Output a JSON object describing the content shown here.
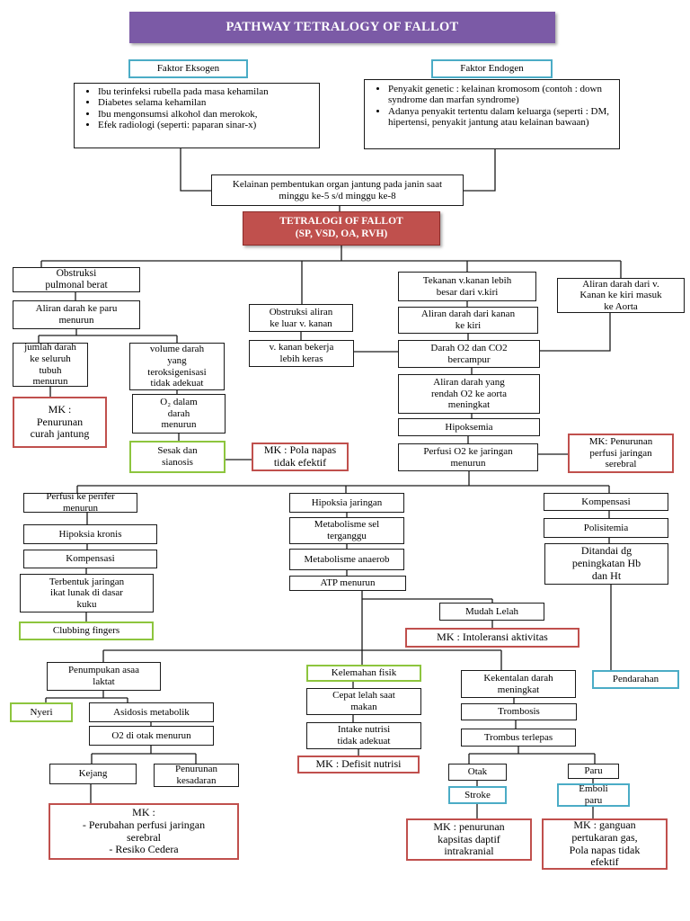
{
  "title": "PATHWAY TETRALOGY OF FALLOT",
  "colors": {
    "title_bg": "#7b5aa6",
    "tof_bg": "#c0504d",
    "blue_border": "#4bacc6",
    "green_border": "#8dc53e",
    "red_border": "#c0504d"
  },
  "faktor_eksogen": {
    "label": "Faktor Eksogen",
    "items": [
      "Ibu terinfeksi rubella pada masa kehamilan",
      "Diabetes selama kehamilan",
      "Ibu mengonsumsi alkohol dan merokok,",
      "Efek radiologi (seperti: paparan sinar-x)"
    ]
  },
  "faktor_endogen": {
    "label": "Faktor Endogen",
    "items": [
      "Penyakit genetic : kelainan kromosom (contoh : down syndrome dan marfan syndrome)",
      "Adanya penyakit tertentu dalam keluarga (seperti : DM, hipertensi, penyakit jantung atau kelainan bawaan)"
    ]
  },
  "kelainan": "Kelainan pembentukan organ jantung pada janin saat minggu ke-5 s/d minggu ke-8",
  "tof": "TETRALOGI OF FALLOT\n(SP, VSD, OA, RVH)",
  "nodes": {
    "obstruksi_pulmonal": "Obstruksi\npulmonal berat",
    "aliran_paru": "Aliran darah ke paru\nmenurun",
    "jumlah_darah": "jumlah darah\nke seluruh\ntubuh\nmenurun",
    "volume_darah": "volume darah\nyang\nteroksigenisasi\ntidak adekuat",
    "o2_dalam": "O₂ dalam\ndarah\nmenurun",
    "mk_curah": "MK :\nPenurunan\ncurah jantung",
    "sesak": "Sesak dan\nsianosis",
    "mk_pola": "MK : Pola napas\ntidak efektif",
    "obstruksi_aliran": "Obstruksi aliran\nke luar v. kanan",
    "vkanan_bekerja": "v. kanan bekerja\nlebih keras",
    "tekanan": "Tekanan v.kanan lebih\nbesar dari v.kiri",
    "aliran_kanan_kiri": "Aliran darah dari kanan\nke kiri",
    "aliran_v_kanan": "Aliran darah dari v.\nKanan ke kiri masuk\nke Aorta",
    "darah_campur": "Darah O2 dan CO2\nbercampur",
    "aliran_rendah": "Aliran darah yang\nrendah O2 ke aorta\nmeningkat",
    "hipoksemia": "Hipoksemia",
    "perfusi_o2": "Perfusi O2 ke jaringan\nmenurun",
    "mk_perfusi_serebral": "MK: Penurunan\nperfusi jaringan\nserebral",
    "perfusi_perifer": "Perfusi ke perifer\nmenurun",
    "hipoksia_kronis": "Hipoksia kronis",
    "kompensasi_kiri": "Kompensasi",
    "terbentuk": "Terbentuk jaringan\nikat lunak di dasar\nkuku",
    "clubbing": "Clubbing fingers",
    "hipoksia_jaringan": "Hipoksia jaringan",
    "metabolisme_sel": "Metabolisme sel\nterganggu",
    "metabolisme_anaerob": "Metabolisme anaerob",
    "atp": "ATP menurun",
    "mudah_lelah": "Mudah Lelah",
    "mk_intoleransi": "MK : Intoleransi aktivitas",
    "kompensasi_kanan": "Kompensasi",
    "polisitemia": "Polisitemia",
    "ditandai": "Ditandai dg\npeningkatan Hb\ndan Ht",
    "pendarahan": "Pendarahan",
    "penumpukan": "Penumpukan asaa\nlaktat",
    "nyeri": "Nyeri",
    "asidosis": "Asidosis metabolik",
    "o2_otak": "O2 di otak menurun",
    "kejang": "Kejang",
    "penurunan_kesadaran": "Penurunan\nkesadaran",
    "mk_perubahan": "MK :\n- Perubahan perfusi jaringan\nserebral\n- Resiko Cedera",
    "kelemahan": "Kelemahan fisik",
    "cepat_lelah": "Cepat lelah saat\nmakan",
    "intake": "Intake nutrisi\ntidak adekuat",
    "mk_defisit": "MK : Defisit nutrisi",
    "kekentalan": "Kekentalan darah\nmeningkat",
    "trombosis": "Trombosis",
    "trombus": "Trombus terlepas",
    "otak": "Otak",
    "paru": "Paru",
    "stroke": "Stroke",
    "emboli": "Emboli\nparu",
    "mk_kapsitas": "MK : penurunan\nkapsitas daptif\nintrakranial",
    "mk_ganguan": "MK : ganguan\npertukaran gas,\nPola napas tidak\nefektif"
  }
}
